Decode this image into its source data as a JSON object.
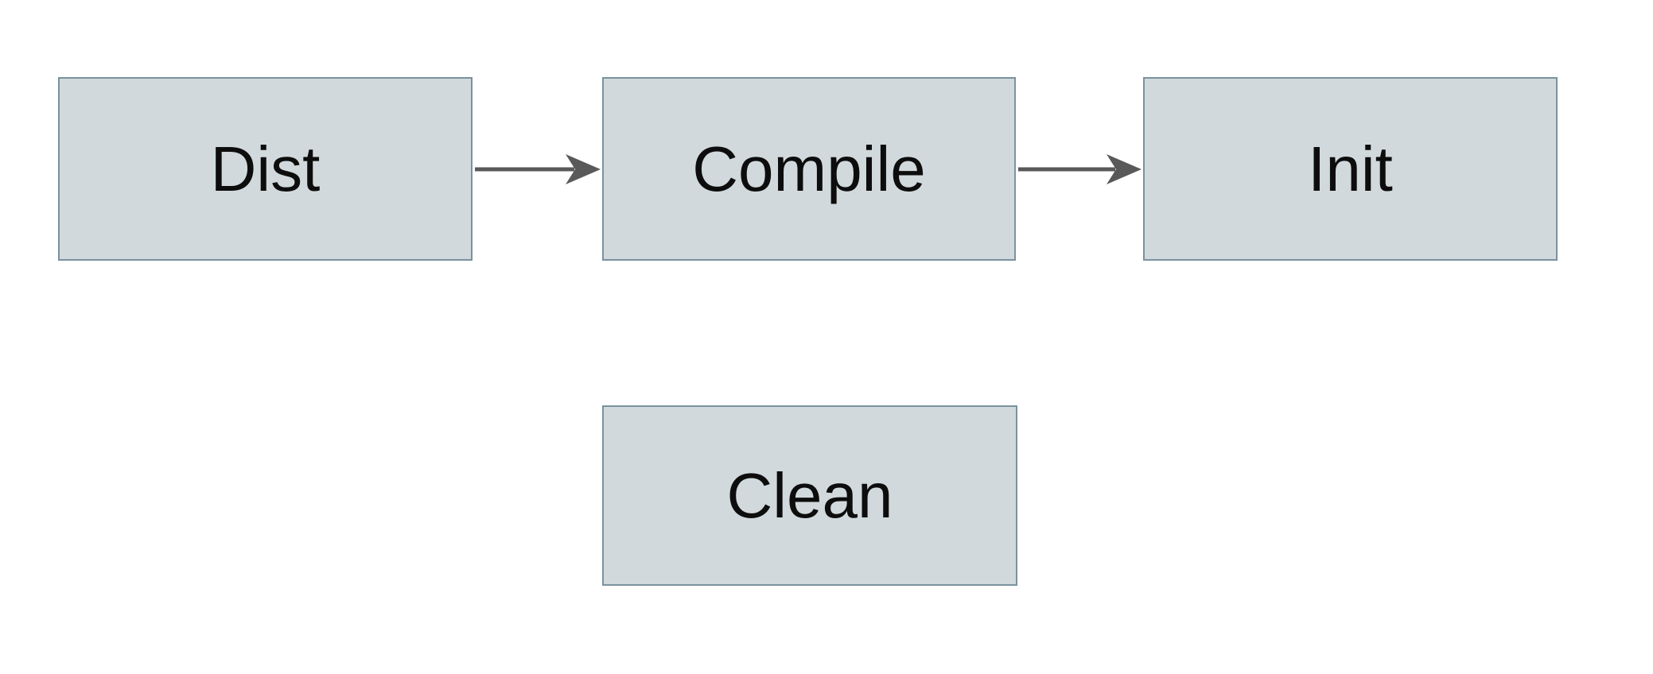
{
  "diagram": {
    "type": "flowchart",
    "nodes": [
      {
        "id": "dist",
        "label": "Dist"
      },
      {
        "id": "compile",
        "label": "Compile"
      },
      {
        "id": "init",
        "label": "Init"
      },
      {
        "id": "clean",
        "label": "Clean"
      }
    ],
    "edges": [
      {
        "from": "Dist",
        "to": "Compile",
        "style": "arrow-right"
      },
      {
        "from": "Compile",
        "to": "Init",
        "style": "arrow-right"
      }
    ]
  },
  "theme": {
    "node_fill": "#d1d9dc",
    "node_border": "#7a929e",
    "arrow_color": "#595959",
    "text_color": "#0d0d0d",
    "background": "#ffffff"
  }
}
